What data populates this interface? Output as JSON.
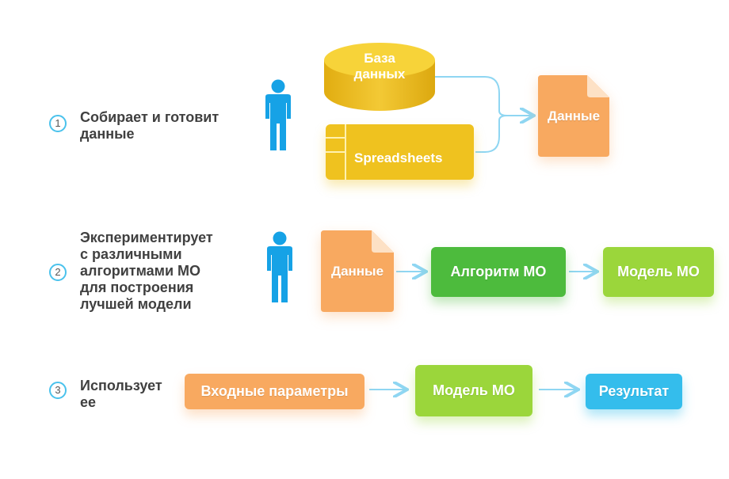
{
  "steps": [
    {
      "number": "1",
      "text_line1": "Собирает и готовит",
      "text_line2": "данные"
    },
    {
      "number": "2",
      "text_line1": "Экспериментирует",
      "text_line2": "с различными",
      "text_line3": "алгоритмами МО",
      "text_line4": "для построения",
      "text_line5": "лучшей модели"
    },
    {
      "number": "3",
      "text_line1": "Использует",
      "text_line2": "ее"
    }
  ],
  "row1": {
    "database_line1": "База",
    "database_line2": "данных",
    "spreadsheets": "Spreadsheets",
    "data": "Данные"
  },
  "row2": {
    "data": "Данные",
    "algorithm": "Алгоритм МО",
    "model": "Модель МО"
  },
  "row3": {
    "inputs": "Входные параметры",
    "model": "Модель МО",
    "result": "Результат"
  },
  "colors": {
    "person": "#16a2e6",
    "accent_circle": "#4ac2ec",
    "orange": "#f8a960",
    "yellow": "#efc21f",
    "green_dark": "#4dbb3d",
    "green_light": "#9bd63b",
    "blue": "#34bdec",
    "arrow": "#8fd6f2"
  },
  "icons": [
    "person-icon",
    "database-icon",
    "spreadsheet-icon",
    "document-icon",
    "arrow-icon"
  ]
}
